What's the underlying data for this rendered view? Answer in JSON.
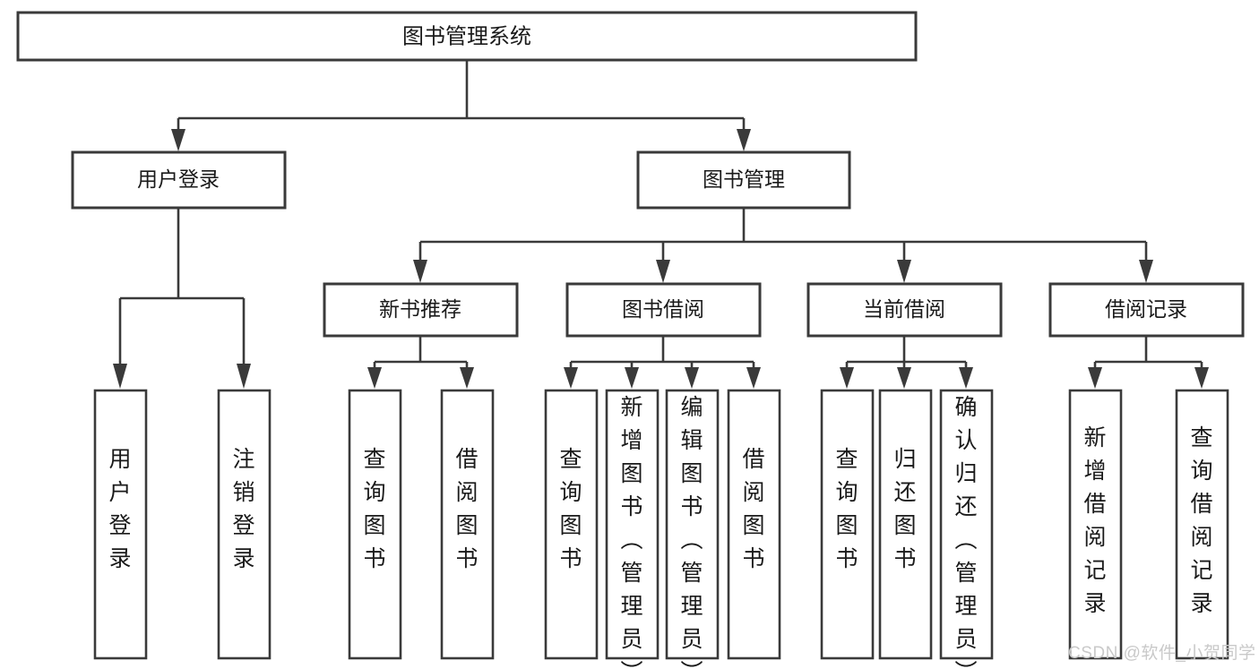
{
  "diagram": {
    "type": "tree",
    "title": "图书管理系统",
    "root": {
      "label": "图书管理系统"
    },
    "level2": [
      {
        "label": "用户登录"
      },
      {
        "label": "图书管理"
      }
    ],
    "level3": [
      {
        "label": "新书推荐"
      },
      {
        "label": "图书借阅"
      },
      {
        "label": "当前借阅"
      },
      {
        "label": "借阅记录"
      }
    ],
    "leaves": {
      "user_login": [
        {
          "label": "用户登录"
        },
        {
          "label": "注销登录"
        }
      ],
      "new_book_recommend": [
        {
          "label": "查询图书"
        },
        {
          "label": "借阅图书"
        }
      ],
      "book_borrow": [
        {
          "label": "查询图书"
        },
        {
          "label": "新增图书（管理员）"
        },
        {
          "label": "编辑图书（管理员）"
        },
        {
          "label": "借阅图书"
        }
      ],
      "current_borrow": [
        {
          "label": "查询图书"
        },
        {
          "label": "归还图书"
        },
        {
          "label": "确认归还（管理员）"
        }
      ],
      "borrow_record": [
        {
          "label": "新增借阅记录"
        },
        {
          "label": "查询借阅记录"
        }
      ]
    }
  },
  "watermark": {
    "text": "CSDN @软件_小贺同学"
  },
  "colors": {
    "stroke": "#3a3a3a",
    "fill": "#ffffff",
    "text": "#1a1a1a",
    "watermark": "#c9c9c9"
  }
}
